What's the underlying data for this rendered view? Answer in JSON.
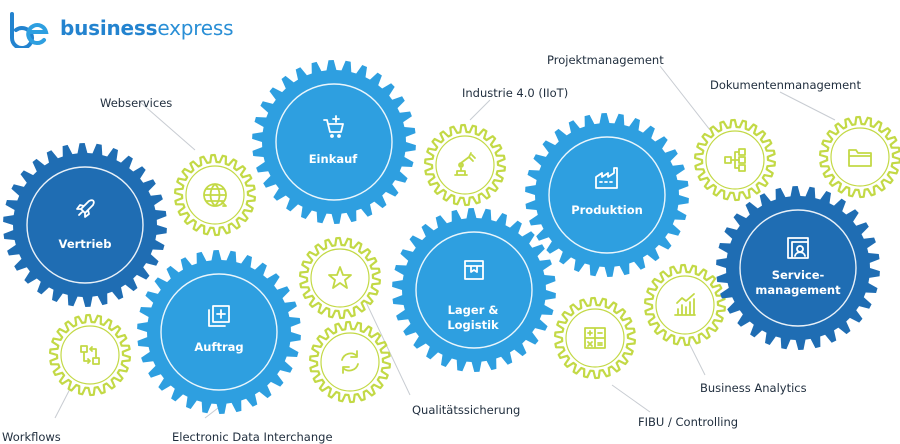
{
  "brand": {
    "prefix": "business",
    "suffix": "express"
  },
  "colors": {
    "big_gear": "#2e9fe0",
    "dark_gear": "#1f6db3",
    "small_gear": "#c3d946",
    "connector": "#c8ccd2"
  },
  "gears": [
    {
      "id": "vertrieb",
      "label": "Vertrieb",
      "icon": "rocket-icon",
      "kind": "dark"
    },
    {
      "id": "einkauf",
      "label": "Einkauf",
      "icon": "cart-icon",
      "kind": "big"
    },
    {
      "id": "auftrag",
      "label": "Auftrag",
      "icon": "add-document-icon",
      "kind": "big"
    },
    {
      "id": "lager",
      "label": "Lager &\nLogistik",
      "icon": "box-icon",
      "kind": "big"
    },
    {
      "id": "produktion",
      "label": "Produktion",
      "icon": "factory-icon",
      "kind": "big"
    },
    {
      "id": "service",
      "label": "Service-\nmanagement",
      "icon": "contact-card-icon",
      "kind": "dark"
    }
  ],
  "satellites": [
    {
      "id": "webservices",
      "label": "Webservices",
      "icon": "globe-icon"
    },
    {
      "id": "workflows",
      "label": "Workflows",
      "icon": "workflow-icon"
    },
    {
      "id": "edi",
      "label": "Electronic Data Interchange",
      "icon": "refresh-icon"
    },
    {
      "id": "qualitaet",
      "label": "Qualitätssicherung",
      "icon": "star-icon"
    },
    {
      "id": "industrie",
      "label": "Industrie 4.0 (IIoT)",
      "icon": "robot-arm-icon"
    },
    {
      "id": "fibu",
      "label": "FIBU / Controlling",
      "icon": "calculator-icon"
    },
    {
      "id": "projekt",
      "label": "Projektmanagement",
      "icon": "hierarchy-icon"
    },
    {
      "id": "analytics",
      "label": "Business Analytics",
      "icon": "bar-chart-icon"
    },
    {
      "id": "dokumente",
      "label": "Dokumentenmanagement",
      "icon": "folder-icon"
    }
  ]
}
